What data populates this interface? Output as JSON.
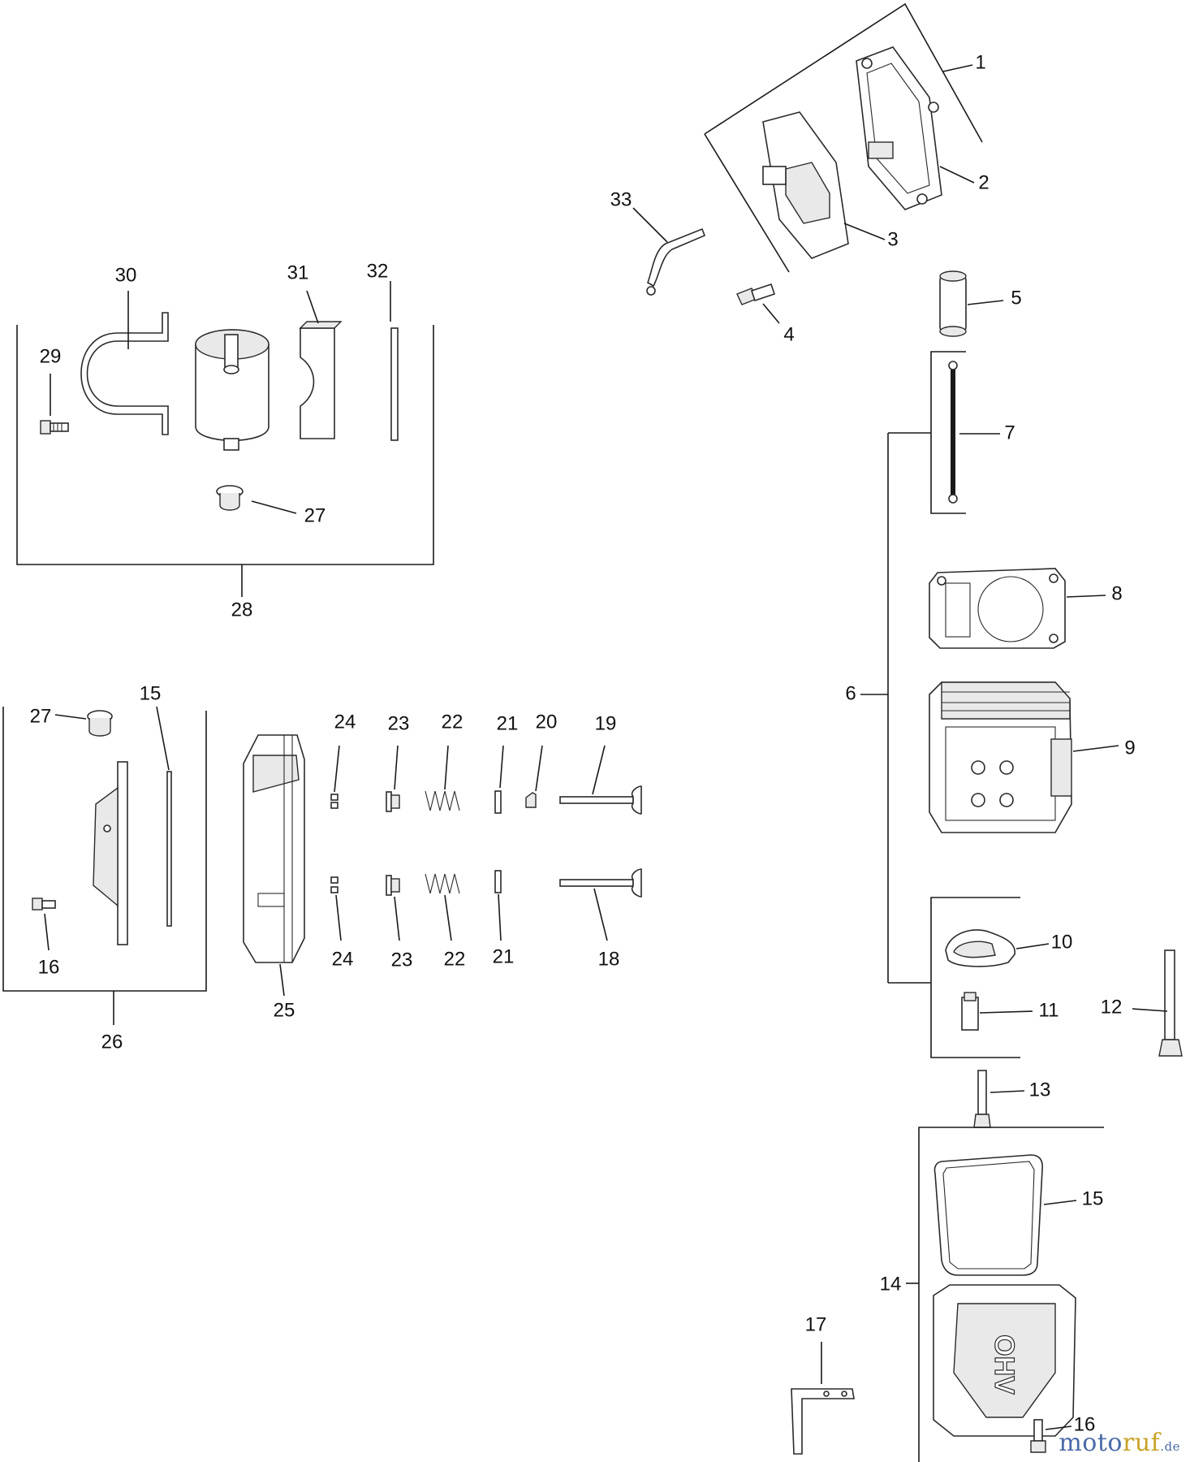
{
  "callouts": {
    "c1": "1",
    "c2": "2",
    "c3": "3",
    "c4": "4",
    "c5": "5",
    "c6": "6",
    "c7": "7",
    "c8": "8",
    "c9": "9",
    "c10": "10",
    "c11": "11",
    "c12": "12",
    "c13": "13",
    "c14": "14",
    "c15a": "15",
    "c15b": "15",
    "c16a": "16",
    "c16b": "16",
    "c17": "17",
    "c18": "18",
    "c19": "19",
    "c20": "20",
    "c21a": "21",
    "c21b": "21",
    "c22a": "22",
    "c22b": "22",
    "c23a": "23",
    "c23b": "23",
    "c24a": "24",
    "c24b": "24",
    "c25": "25",
    "c26": "26",
    "c27a": "27",
    "c27b": "27",
    "c28": "28",
    "c29": "29",
    "c30": "30",
    "c31": "31",
    "c32": "32",
    "c33": "33"
  },
  "cover_emblem": "OHV",
  "watermark": {
    "main": "moto",
    "accent": "ruf",
    "tld": ".de"
  }
}
